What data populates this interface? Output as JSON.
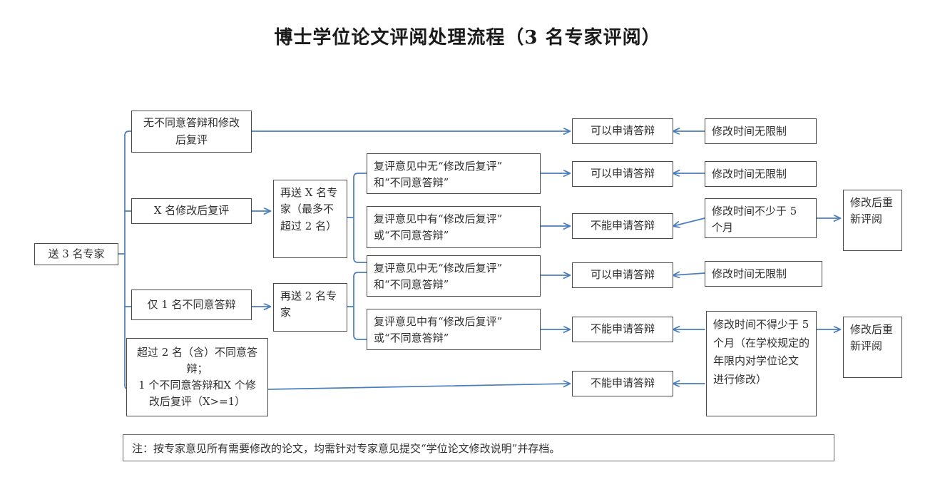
{
  "title": "博士学位论文评阅处理流程（3 名专家评阅）",
  "colors": {
    "arrow": "#4a7ebb",
    "box_border": "#4a4a4a",
    "text": "#2f2f2f",
    "title": "#1a1a1a",
    "background": "#ffffff"
  },
  "nodes": {
    "start": "送 3 名专家",
    "branch_no_objection": "无不同意答辩和修改\n后复评",
    "branch_x_revise": "X 名修改后复评",
    "branch_one_objection": "仅 1 名不同意答辩",
    "branch_two_or_more": "超过 2 名（含）不同意答\n辩；\n1 个不同意答辩和X 个修\n改后复评（X>=1）",
    "resend_x_experts": "再送 X 名专\n家（最多不\n超过 2 名）",
    "resend_two_experts": "再送 2 名专\n家",
    "review_a_none": "复评意见中无“修改后复评”\n和“不同意答辩”",
    "review_a_some": "复评意见中有“修改后复评”\n或“不同意答辩”",
    "review_b_none": "复评意见中无“修改后复评”\n和“不同意答辩”",
    "review_b_some": "复评意见中有“修改后复评”\n或“不同意答辩”",
    "can_apply_1": "可以申请答辩",
    "can_apply_2": "可以申请答辩",
    "cannot_apply_1": "不能申请答辩",
    "can_apply_3": "可以申请答辩",
    "cannot_apply_2": "不能申请答辩",
    "cannot_apply_3": "不能申请答辩",
    "time_unlimited_1": "修改时间无限制",
    "time_unlimited_2": "修改时间无限制",
    "time_unlimited_3": "修改时间无限制",
    "time_min_five_months": "修改时间不少于 5\n个月",
    "time_min_five_months_detail": "修改时间不得少于 5\n个月（在学校规定的\n年限内对学位论文\n进行修改）",
    "re_review_1": "修改后重\n新评阅",
    "re_review_2": "修改后重\n新评阅"
  },
  "footnote": "注：按专家意见所有需要修改的论文，均需针对专家意见提交“学位论文修改说明”并存档。"
}
